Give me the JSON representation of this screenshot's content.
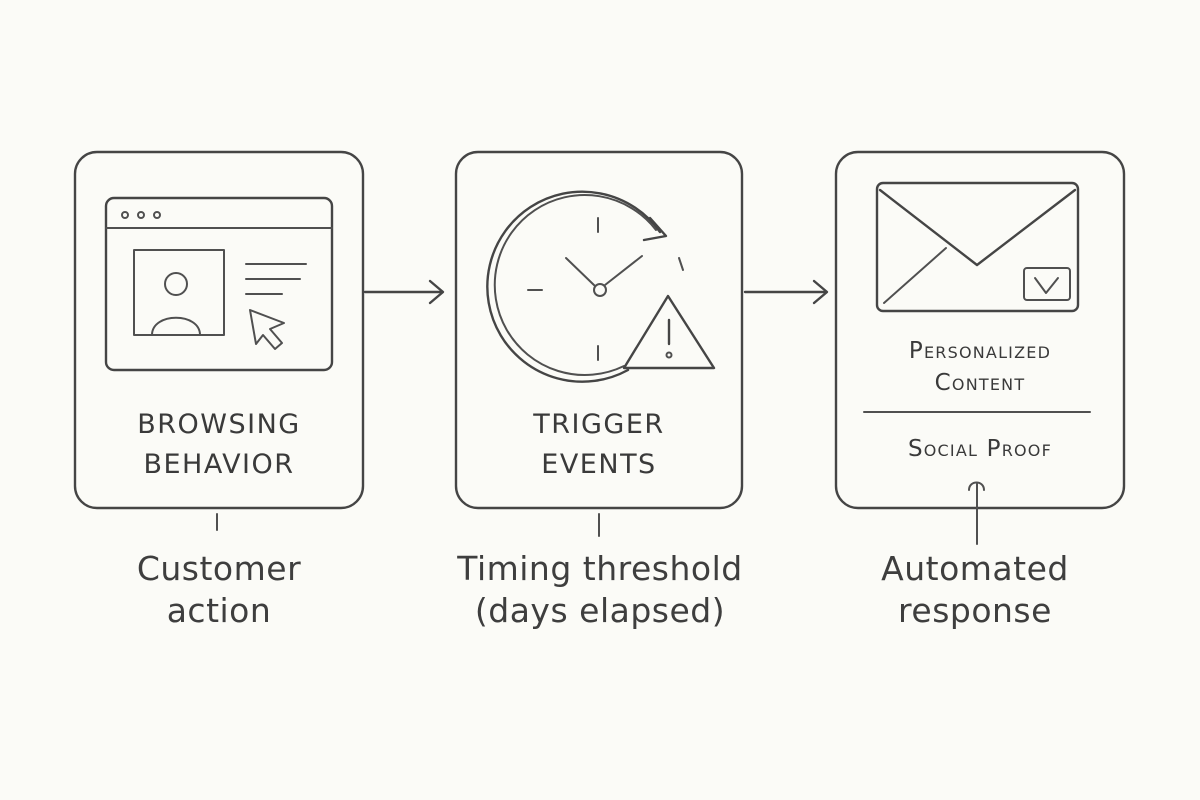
{
  "steps": [
    {
      "title": "BROWSING\nBEHAVIOR",
      "caption": "Customer\naction",
      "icon": "browser-window-icon"
    },
    {
      "title": "TRIGGER\nEVENTS",
      "caption": "Timing threshold\n(days elapsed)",
      "icon": "clock-alert-icon"
    },
    {
      "content_label": "Personalized\nContent",
      "proof_label": "Social Proof",
      "caption": "Automated\nresponse",
      "icon": "envelope-check-icon"
    }
  ],
  "colors": {
    "background": "#fbfbf7",
    "ink": "#454545"
  }
}
